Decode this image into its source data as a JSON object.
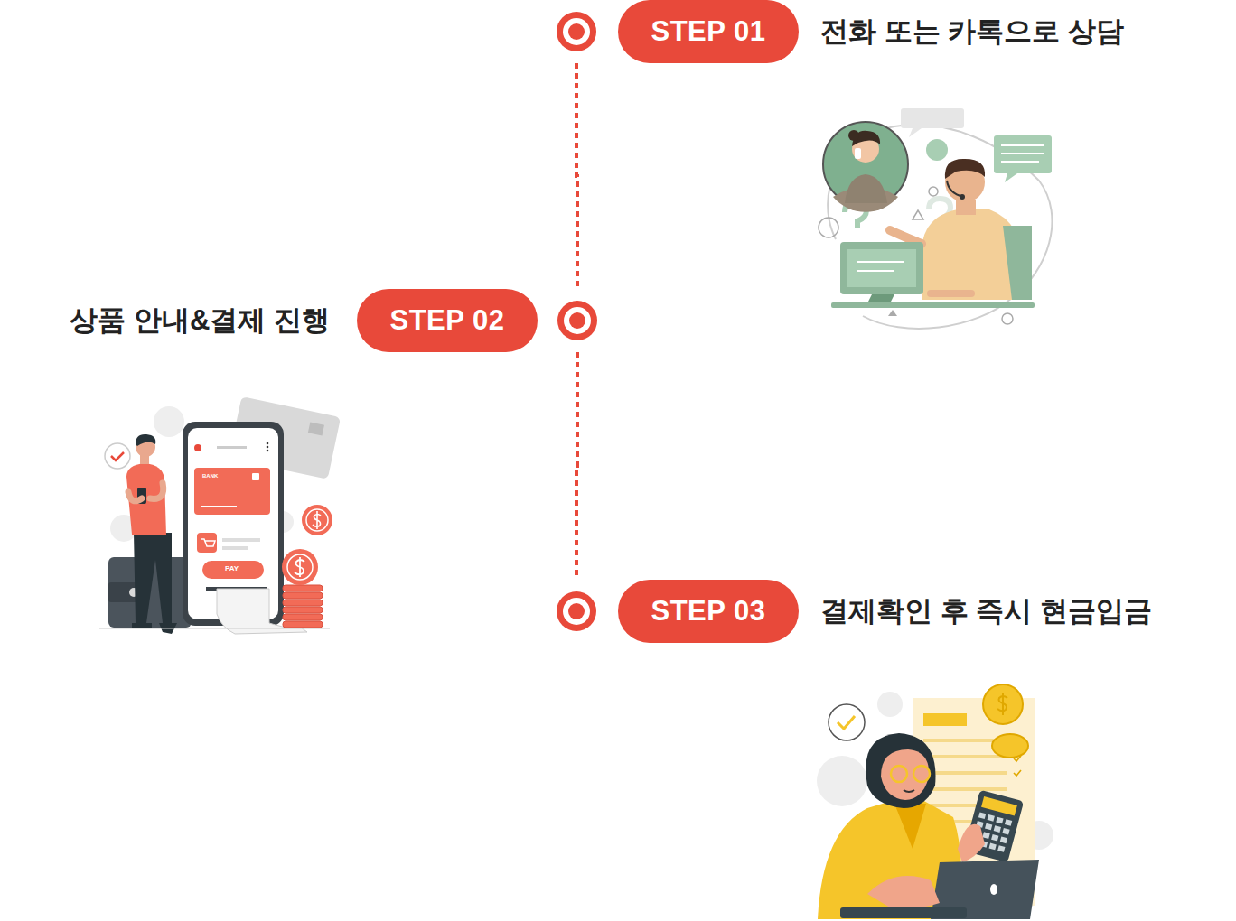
{
  "diagram": {
    "nodes": [
      {
        "text": [
          "STEP 01",
          "전화 또는 카톡으로 상담"
        ]
      },
      {
        "text": [
          "STEP 02",
          "상품 안내&결제 진행"
        ]
      },
      {
        "text": [
          "STEP 03",
          "결제확인 후 즉시 현금입금"
        ]
      }
    ],
    "edges": [
      {
        "from": 0,
        "to": 1,
        "arrow": "none"
      },
      {
        "from": 1,
        "to": 2,
        "arrow": "none"
      }
    ],
    "labels": [
      "BANK",
      "PAY"
    ]
  }
}
